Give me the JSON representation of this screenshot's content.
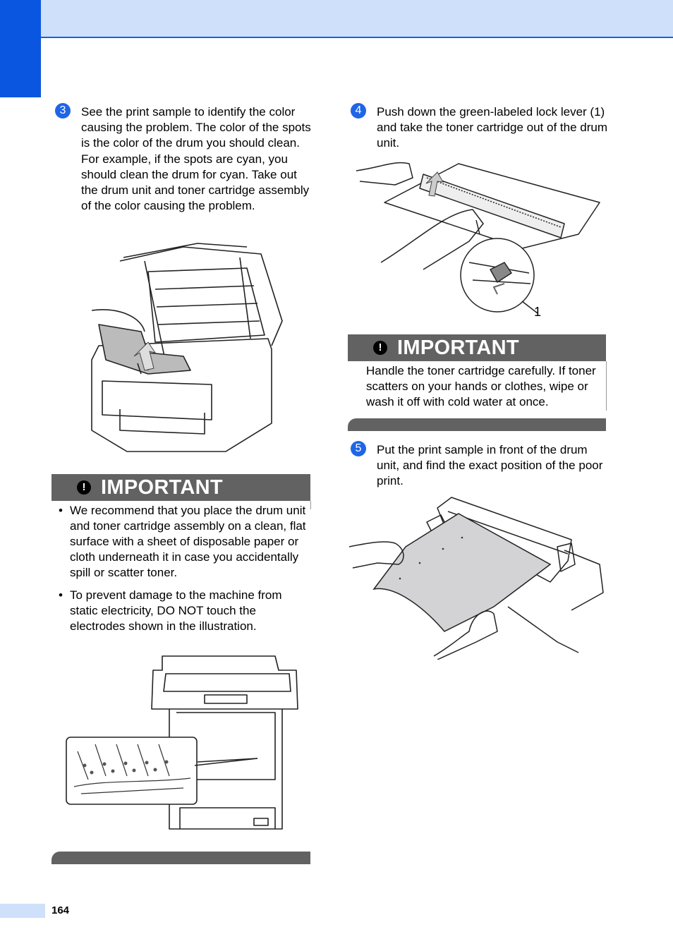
{
  "header": {},
  "steps": {
    "s3": {
      "number": "3",
      "text": "See the print sample to identify the color causing the problem. The color of the spots is the color of the drum you should clean. For example, if the spots are cyan, you should clean the drum for cyan. Take out the drum unit and toner cartridge assembly of the color causing the problem."
    },
    "s4": {
      "number": "4",
      "text": "Push down the green-labeled lock lever (1) and take the toner cartridge out of the drum unit."
    },
    "s5": {
      "number": "5",
      "text": "Put the print sample in front of the drum unit, and find the exact position of the poor print."
    }
  },
  "important_left": {
    "icon": "!",
    "title": "IMPORTANT",
    "bullets": [
      "We recommend that you place the drum unit and toner cartridge assembly on a clean, flat surface with a sheet of disposable paper or cloth underneath it in case you accidentally spill or scatter toner.",
      "To prevent damage to the machine from static electricity, DO NOT touch the electrodes shown in the illustration."
    ]
  },
  "important_right": {
    "icon": "!",
    "title": "IMPORTANT",
    "text": "Handle the toner cartridge carefully. If toner scatters on your hands or clothes, wipe or wash it off with cold water at once."
  },
  "figures": {
    "lock_lever_callout": "1"
  },
  "footer": {
    "page_number": "164"
  }
}
